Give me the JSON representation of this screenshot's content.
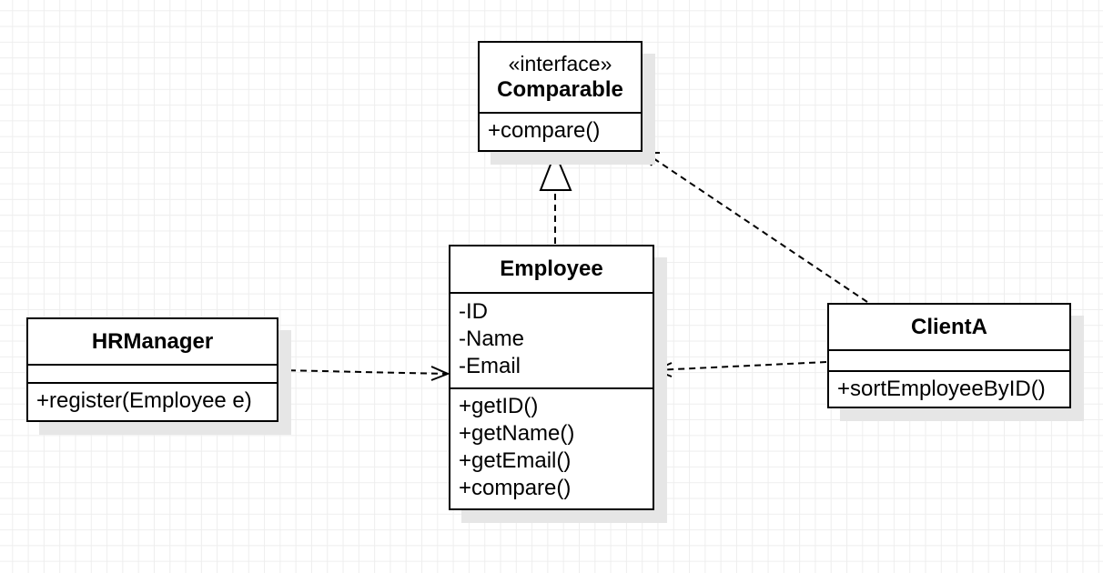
{
  "classes": {
    "comparable": {
      "stereotype": "«interface»",
      "name": "Comparable",
      "operations": [
        "+compare()"
      ]
    },
    "employee": {
      "name": "Employee",
      "attributes": [
        "-ID",
        "-Name",
        "-Email"
      ],
      "operations": [
        "+getID()",
        "+getName()",
        "+getEmail()",
        "+compare()"
      ]
    },
    "hrmanager": {
      "name": "HRManager",
      "operations": [
        "+register(Employee e)"
      ]
    },
    "clienta": {
      "name": "ClientA",
      "operations": [
        "+sortEmployeeByID()"
      ]
    }
  },
  "relations": [
    {
      "from": "Employee",
      "to": "Comparable",
      "kind": "realization"
    },
    {
      "from": "ClientA",
      "to": "Comparable",
      "kind": "dependency"
    },
    {
      "from": "HRManager",
      "to": "Employee",
      "kind": "dependency"
    },
    {
      "from": "ClientA",
      "to": "Employee",
      "kind": "dependency"
    }
  ]
}
